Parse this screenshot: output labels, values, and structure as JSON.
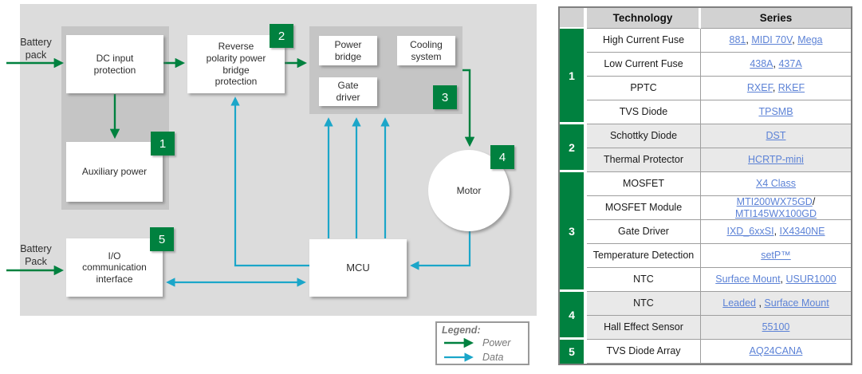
{
  "colors": {
    "power_green": "#00813F",
    "data_cyan": "#1BA6C9",
    "link_blue": "#5C82D6",
    "diagram_bg": "#dcdcdc",
    "panel_gray": "#c5c5c5",
    "table_header_bg": "#d2d2d2",
    "shaded_row_bg": "#e9e9e9"
  },
  "diagram": {
    "battery_top_label": "Battery\npack",
    "battery_bottom_label": "Battery\nPack",
    "boxes": {
      "dc_input": "DC input\nprotection",
      "reverse_polarity": "Reverse\npolarity power\nbridge\nprotection",
      "aux_power": "Auxiliary power",
      "power_bridge": "Power\nbridge",
      "cooling": "Cooling\nsystem",
      "gate_driver": "Gate\ndriver",
      "motor": "Motor",
      "mcu": "MCU",
      "io": "I/O\ncommunication\ninterface"
    },
    "badges": {
      "b1": "1",
      "b2": "2",
      "b3": "3",
      "b4": "4",
      "b5": "5"
    },
    "legend": {
      "title": "Legend:",
      "power_label": "Power",
      "data_label": "Data"
    }
  },
  "table": {
    "header": {
      "technology": "Technology",
      "series": "Series"
    },
    "groups": [
      {
        "number": "1",
        "shaded": false,
        "rows": [
          {
            "technology": "High Current Fuse",
            "series": [
              {
                "text": "881",
                "link": true
              },
              {
                "text": ", ",
                "link": false
              },
              {
                "text": "MIDI 70V",
                "link": true
              },
              {
                "text": ", ",
                "link": false
              },
              {
                "text": "Mega",
                "link": true
              }
            ]
          },
          {
            "technology": "Low Current Fuse",
            "series": [
              {
                "text": "438A",
                "link": true
              },
              {
                "text": ", ",
                "link": false
              },
              {
                "text": "437A",
                "link": true
              }
            ]
          },
          {
            "technology": "PPTC",
            "series": [
              {
                "text": "RXEF",
                "link": true
              },
              {
                "text": ", ",
                "link": false
              },
              {
                "text": "RKEF",
                "link": true
              }
            ]
          },
          {
            "technology": "TVS Diode",
            "series": [
              {
                "text": "TPSMB",
                "link": true
              }
            ]
          }
        ]
      },
      {
        "number": "2",
        "shaded": true,
        "rows": [
          {
            "technology": "Schottky Diode",
            "series": [
              {
                "text": "DST",
                "link": true
              }
            ]
          },
          {
            "technology": "Thermal Protector",
            "series": [
              {
                "text": "HCRTP-mini",
                "link": true
              }
            ]
          }
        ]
      },
      {
        "number": "3",
        "shaded": false,
        "rows": [
          {
            "technology": "MOSFET",
            "series": [
              {
                "text": "X4 Class",
                "link": true
              }
            ]
          },
          {
            "technology": "MOSFET Module",
            "series": [
              {
                "text": "MTI200WX75GD",
                "link": true
              },
              {
                "text": "/",
                "link": false
              },
              {
                "break": true
              },
              {
                "text": "MTI145WX100GD",
                "link": true
              }
            ]
          },
          {
            "technology": "Gate Driver",
            "series": [
              {
                "text": "IXD_6xxSI",
                "link": true
              },
              {
                "text": ", ",
                "link": false
              },
              {
                "text": "IX4340NE",
                "link": true
              }
            ]
          },
          {
            "technology": "Temperature Detection",
            "series": [
              {
                "text": "setP™",
                "link": true
              }
            ]
          },
          {
            "technology": "NTC",
            "series": [
              {
                "text": "Surface Mount",
                "link": true
              },
              {
                "text": ", ",
                "link": false
              },
              {
                "text": "USUR1000",
                "link": true
              }
            ]
          }
        ]
      },
      {
        "number": "4",
        "shaded": true,
        "rows": [
          {
            "technology": "NTC",
            "series": [
              {
                "text": "Leaded",
                "link": true
              },
              {
                "text": " , ",
                "link": false
              },
              {
                "text": "Surface Mount",
                "link": true
              }
            ]
          },
          {
            "technology": "Hall Effect Sensor",
            "series": [
              {
                "text": "55100",
                "link": true
              }
            ]
          }
        ]
      },
      {
        "number": "5",
        "shaded": false,
        "rows": [
          {
            "technology": "TVS Diode Array",
            "series": [
              {
                "text": "AQ24CANA",
                "link": true
              }
            ]
          }
        ]
      }
    ]
  }
}
